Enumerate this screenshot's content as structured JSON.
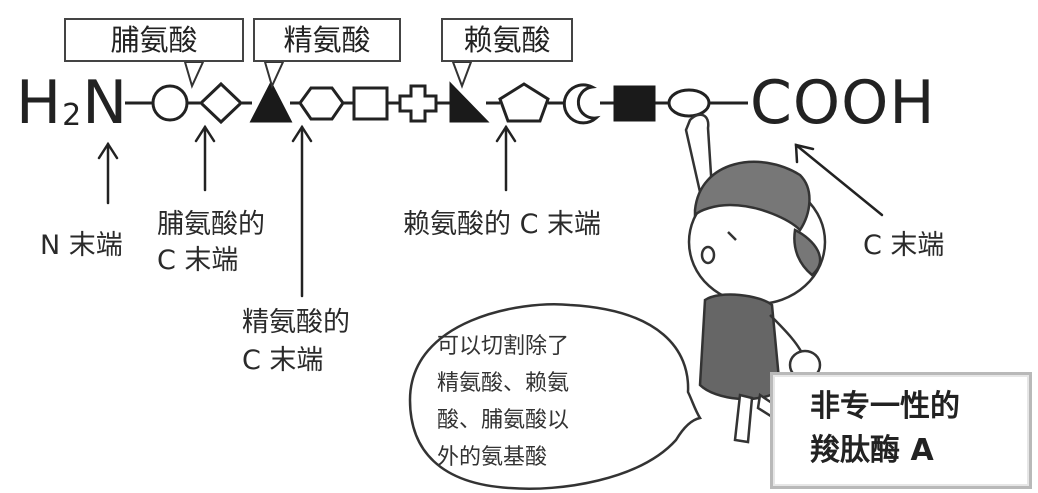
{
  "box_labels": {
    "proline": "脯氨酸",
    "arginine": "精氨酸",
    "lysine": "赖氨酸"
  },
  "chain": {
    "n_terminus_formula": "H",
    "n_terminus_sub": "2",
    "n_terminus_tail": "N",
    "c_terminus_formula": "COOH",
    "residues": [
      "circle",
      "diamond",
      "triangle",
      "hexagon",
      "square",
      "cross",
      "half-triangle",
      "pentagon",
      "crescent",
      "filled-square",
      "oval"
    ]
  },
  "annotations": {
    "n_end": "N 末端",
    "proline_c_line1": "脯氨酸的",
    "proline_c_line2": "C 末端",
    "arginine_c_line1": "精氨酸的",
    "arginine_c_line2": "C 末端",
    "lysine_c": "赖氨酸的 C 末端",
    "c_end": "C 末端"
  },
  "speech_bubble": {
    "line1": "可以切割除了",
    "line2": "精氨酸、赖氨",
    "line3": "酸、脯氨酸以",
    "line4": "外的氨基酸"
  },
  "enzyme_label": {
    "line1": "非专一性的",
    "line2": "羧肽酶 A"
  }
}
